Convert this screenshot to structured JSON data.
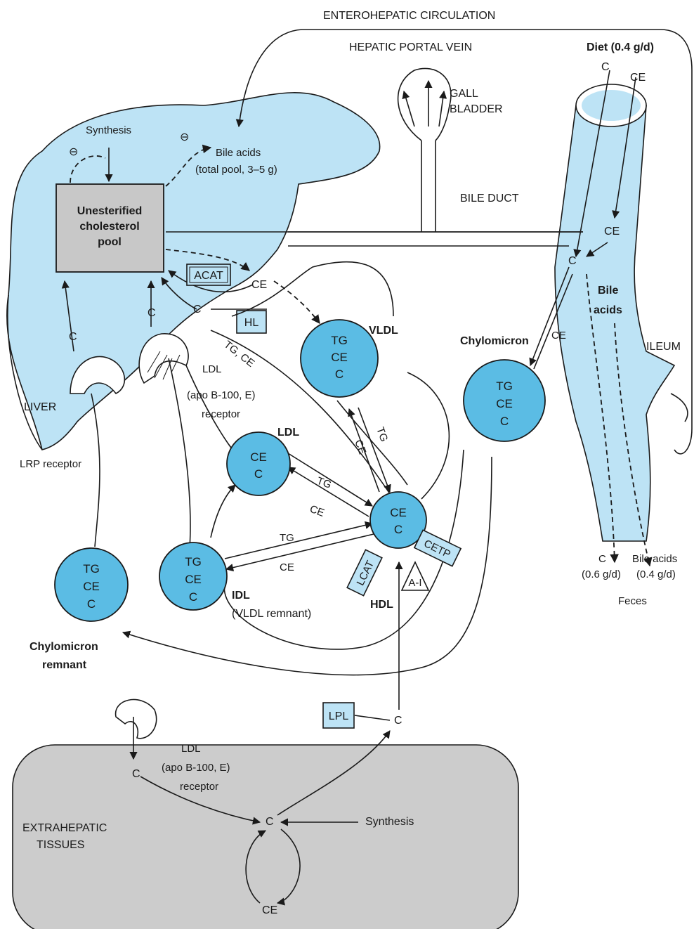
{
  "colors": {
    "liver_fill": "#bde3f5",
    "particle_fill": "#5bbce4",
    "tissue_fill": "#cccccc",
    "pool_fill": "#c8c8c8",
    "ink": "#1a1a1a"
  },
  "header": {
    "enterohepatic": "ENTEROHEPATIC CIRCULATION",
    "portal_vein": "HEPATIC PORTAL VEIN",
    "diet": "Diet (0.4 g/d)",
    "diet_c": "C",
    "diet_ce": "CE",
    "gall_bladder_line1": "GALL",
    "gall_bladder_line2": "BLADDER",
    "bile_duct": "BILE DUCT"
  },
  "liver": {
    "label": "LIVER",
    "synthesis": "Synthesis",
    "inhibit1": "⊖",
    "inhibit2": "⊖",
    "bile_acids_line1": "Bile acids",
    "bile_acids_line2": "(total pool, 3–5 g)",
    "pool_line1": "Unesterified",
    "pool_line2": "cholesterol",
    "pool_line3": "pool",
    "acat": "ACAT",
    "ce": "CE",
    "c_left": "C",
    "c_mid": "C",
    "c_low": "C",
    "hl": "HL",
    "tg_ce": "TG, CE",
    "ldl_receptor_line1": "LDL",
    "ldl_receptor_line2": "(apo B-100, E)",
    "ldl_receptor_line3": "receptor",
    "lrp_receptor": "LRP receptor"
  },
  "ileum": {
    "label": "ILEUM",
    "ce_top": "CE",
    "c_mid": "C",
    "ce_low": "CE",
    "bile_acids_line1": "Bile",
    "bile_acids_line2": "acids",
    "feces_c": "C",
    "feces_c_amount": "(0.6 g/d)",
    "feces_bile": "Bile acids",
    "feces_bile_amount": "(0.4 g/d)",
    "feces": "Feces"
  },
  "particles": {
    "vldl": {
      "label": "VLDL",
      "l1": "TG",
      "l2": "CE",
      "l3": "C"
    },
    "chylomicron": {
      "label": "Chylomicron",
      "l1": "TG",
      "l2": "CE",
      "l3": "C"
    },
    "ldl": {
      "label": "LDL",
      "l1": "CE",
      "l2": "C"
    },
    "hdl": {
      "label": "HDL",
      "l1": "CE",
      "l2": "C"
    },
    "idl": {
      "label": "IDL",
      "sublabel": "(VLDL remnant)",
      "l1": "TG",
      "l2": "CE",
      "l3": "C"
    },
    "remnant": {
      "label_line1": "Chylomicron",
      "label_line2": "remnant",
      "l1": "TG",
      "l2": "CE",
      "l3": "C"
    }
  },
  "exchange": {
    "vldl_hdl_tg": "TG",
    "vldl_hdl_ce": "CE",
    "ldl_hdl_tg": "TG",
    "ldl_hdl_ce": "CE",
    "idl_hdl_tg": "TG",
    "idl_hdl_ce": "CE",
    "lcat": "LCAT",
    "cetp": "CETP",
    "apo_ai": "A-I"
  },
  "tissues": {
    "label_line1": "EXTRAHEPATIC",
    "label_line2": "TISSUES",
    "lpl": "LPL",
    "c_right": "C",
    "c_left": "C",
    "c_center": "C",
    "ce_bottom": "CE",
    "synthesis": "Synthesis",
    "ldl_receptor_line1": "LDL",
    "ldl_receptor_line2": "(apo B-100, E)",
    "ldl_receptor_line3": "receptor"
  }
}
